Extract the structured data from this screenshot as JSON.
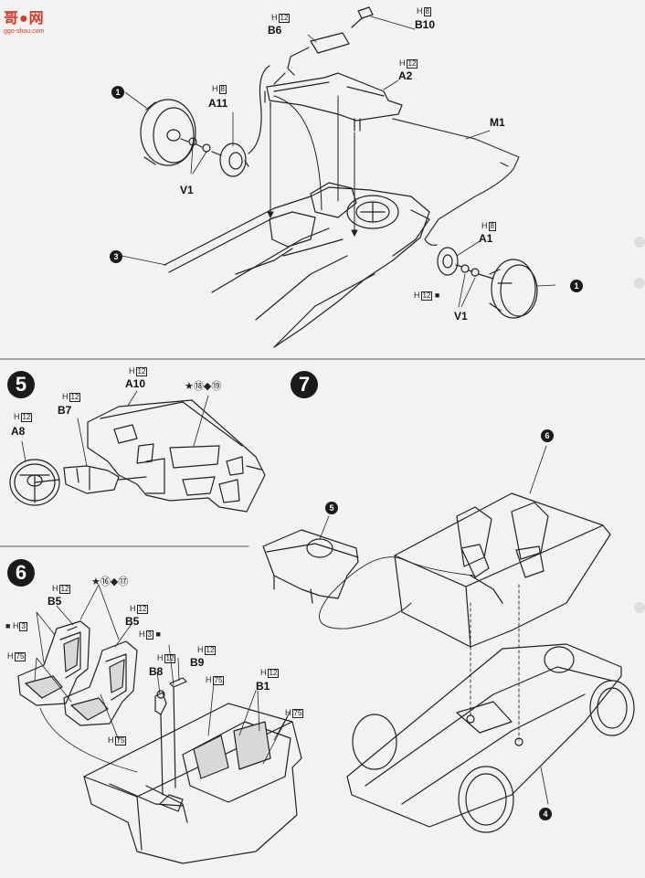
{
  "watermark": {
    "logo_text": "哥●网",
    "url": "ggo-shou.com"
  },
  "step_top": {
    "callouts": [
      {
        "id": "ref-1-left",
        "text": "1"
      },
      {
        "id": "ref-3",
        "text": "3"
      },
      {
        "id": "ref-1-right",
        "text": "1"
      }
    ],
    "parts": [
      {
        "id": "B6",
        "text": "B6",
        "paint": "H",
        "paint_num": "12"
      },
      {
        "id": "B10",
        "text": "B10",
        "paint": "H",
        "paint_num": "8"
      },
      {
        "id": "A2",
        "text": "A2",
        "paint": "H",
        "paint_num": "12"
      },
      {
        "id": "A11",
        "text": "A11",
        "paint": "H",
        "paint_num": "8"
      },
      {
        "id": "M1",
        "text": "M1"
      },
      {
        "id": "V1-left",
        "text": "V1"
      },
      {
        "id": "A1",
        "text": "A1",
        "paint": "H",
        "paint_num": "8"
      },
      {
        "id": "V1-right",
        "text": "V1"
      },
      {
        "id": "tire-paint",
        "paint": "H",
        "paint_num": "12"
      }
    ]
  },
  "step5": {
    "number": "5",
    "parts": [
      {
        "id": "A10",
        "text": "A10",
        "paint": "H",
        "paint_num": "12"
      },
      {
        "id": "B7",
        "text": "B7",
        "paint": "H",
        "paint_num": "12"
      },
      {
        "id": "A8",
        "text": "A8",
        "paint": "H",
        "paint_num": "12"
      }
    ],
    "decal_refs": "★⑱◆⑲"
  },
  "step6": {
    "number": "6",
    "parts": [
      {
        "id": "B5a",
        "text": "B5",
        "paint": "H",
        "paint_num": "12"
      },
      {
        "id": "B5b",
        "text": "B5",
        "paint": "H",
        "paint_num": "12"
      },
      {
        "id": "B8",
        "text": "B8",
        "paint": "H",
        "paint_num": "12"
      },
      {
        "id": "B9",
        "text": "B9",
        "paint": "H",
        "paint_num": "12"
      },
      {
        "id": "B1",
        "text": "B1",
        "paint": "H",
        "paint_num": "12"
      }
    ],
    "decal_refs": "★⑯◆⑰",
    "paints": [
      {
        "id": "p-h3-left",
        "text": "H",
        "num": "3"
      },
      {
        "id": "p-h75-a",
        "text": "H",
        "num": "75"
      },
      {
        "id": "p-h75-b",
        "text": "H",
        "num": "75"
      },
      {
        "id": "p-h3-mid",
        "text": "H",
        "num": "3"
      },
      {
        "id": "p-h75-c",
        "text": "H",
        "num": "75"
      },
      {
        "id": "p-h75-d",
        "text": "H",
        "num": "75"
      }
    ]
  },
  "step7": {
    "number": "7",
    "callouts": [
      {
        "id": "ref-6",
        "text": "6"
      },
      {
        "id": "ref-5",
        "text": "5"
      },
      {
        "id": "ref-4",
        "text": "4"
      }
    ]
  }
}
